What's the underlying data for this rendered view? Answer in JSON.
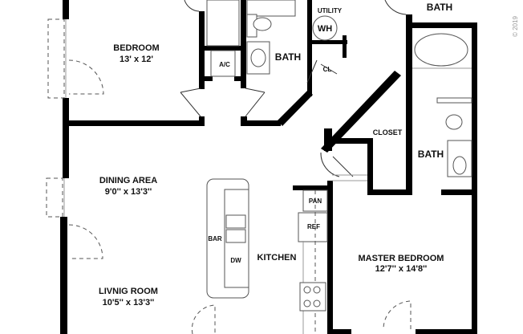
{
  "copyright": "© 2019",
  "rooms": {
    "bedroom": {
      "name": "BEDROOM",
      "size": "13' x 12'"
    },
    "bath1": {
      "name": "BATH"
    },
    "bath_top": {
      "name": "BATH"
    },
    "utility": {
      "name": "UTILITY"
    },
    "wh": {
      "name": "WH"
    },
    "ac": {
      "name": "A/C"
    },
    "cl": {
      "name": "CL"
    },
    "closet": {
      "name": "CLOSET"
    },
    "bath2": {
      "name": "BATH"
    },
    "dining": {
      "name": "DINING AREA",
      "size": "9'0'' x 13'3''"
    },
    "living": {
      "name": "LIVNIG ROOM",
      "size": "10'5'' x 13'3''"
    },
    "kitchen": {
      "name": "KITCHEN"
    },
    "bar": {
      "name": "BAR"
    },
    "dw": {
      "name": "DW"
    },
    "pan": {
      "name": "PAN"
    },
    "ref": {
      "name": "REF"
    },
    "master": {
      "name": "MASTER BEDROOM",
      "size": "12'7'' x 14'8''"
    }
  }
}
